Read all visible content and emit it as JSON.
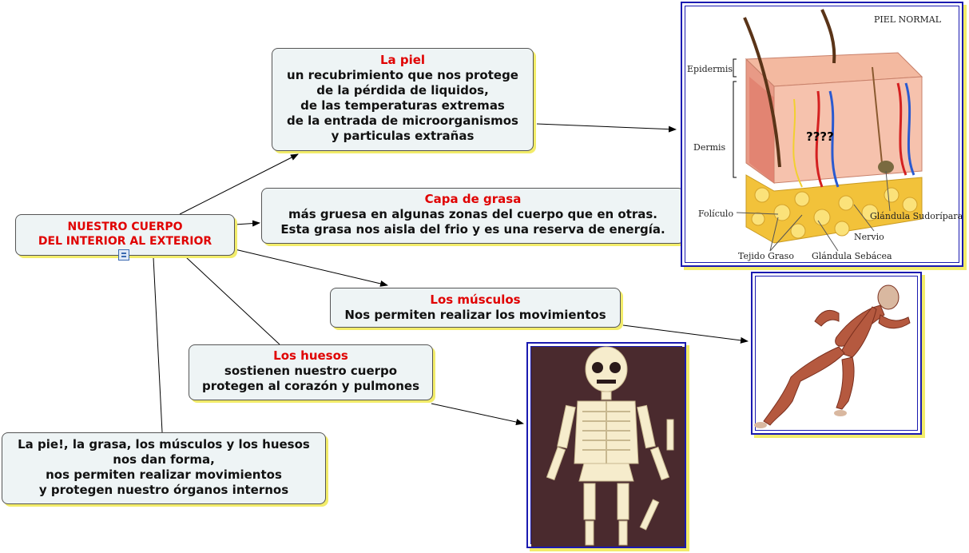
{
  "root": {
    "line1": "NUESTRO CUERPO",
    "line2": "DEL INTERIOR AL EXTERIOR"
  },
  "piel": {
    "title": "La piel",
    "lines": [
      "un recubrimiento que  nos protege",
      "de la pérdida de liquidos,",
      "de las temperaturas extremas",
      "de la entrada de microorganismos",
      "y particulas extrañas"
    ]
  },
  "grasa": {
    "title": "Capa  de grasa",
    "lines": [
      "más gruesa  en algunas zonas del  cuerpo que  en  otras.",
      "Esta grasa  nos aisla del frio y es una reserva  de energía."
    ]
  },
  "musculos": {
    "title": "Los músculos",
    "lines": [
      "Nos permiten realizar los movimientos"
    ]
  },
  "huesos": {
    "title": "Los huesos",
    "lines": [
      "sostienen nuestro cuerpo",
      "protegen al corazón y pulmones"
    ]
  },
  "resumen": {
    "lines": [
      "La pie!, la grasa,  los músculos y los huesos",
      "nos dan  forma,",
      "nos permiten  realizar  movimientos",
      "y protegen nuestro órganos  internos"
    ]
  },
  "skin_image": {
    "heading": "PIEL NORMAL",
    "labels": {
      "epidermis": "Epidermis",
      "dermis": "Dermis",
      "foliculo": "Folículo",
      "tejido": "Tejido Graso",
      "sebacea": "Glándula Sebácea",
      "nervio": "Nervio",
      "sudoripara": "Glándula Sudorípara",
      "question": "????"
    }
  },
  "colors": {
    "title_red": "#e00000",
    "node_bg": "#eef4f5",
    "shadow_yellow": "#f2ec6a",
    "frame_blue": "#1a1ab0"
  }
}
